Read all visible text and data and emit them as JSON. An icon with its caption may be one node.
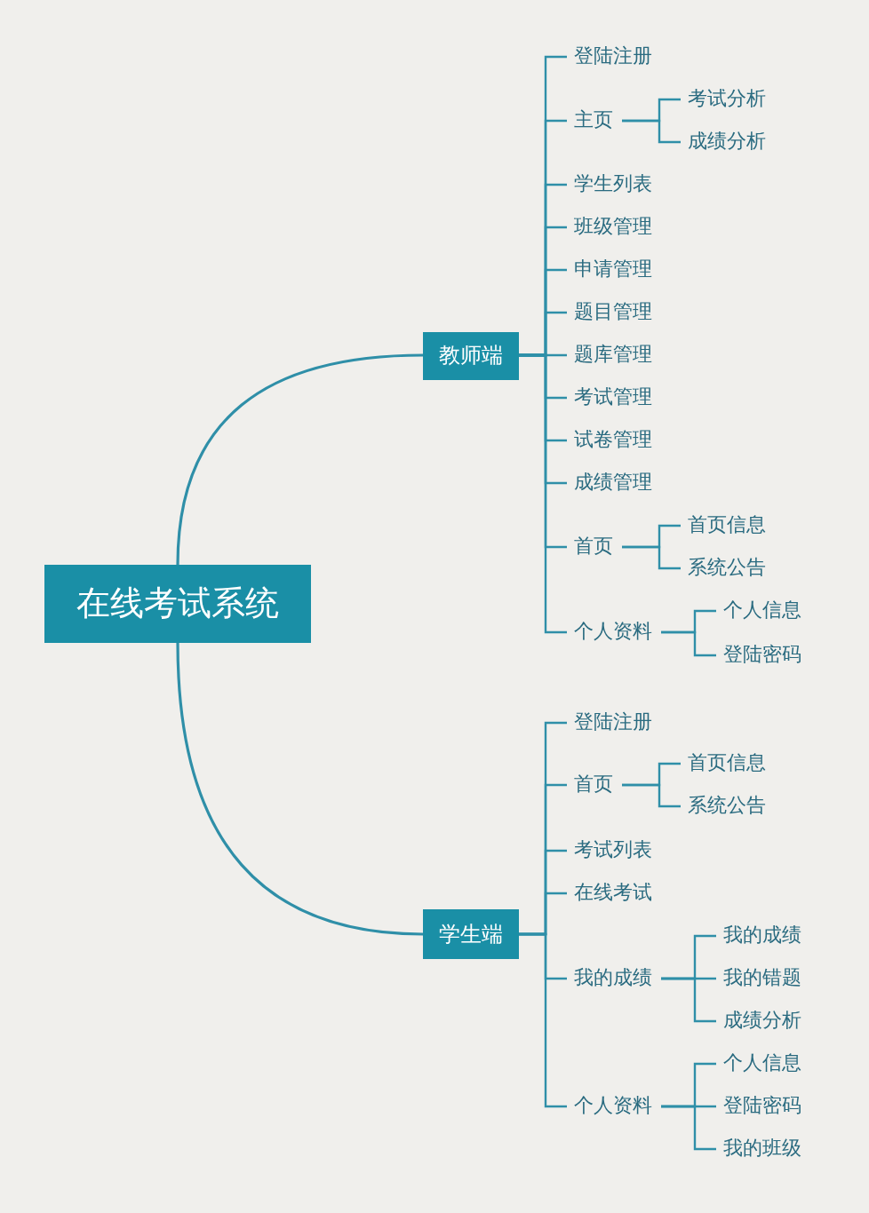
{
  "diagram": {
    "nodes": [
      {
        "text": [
          "在线考试系统"
        ]
      },
      {
        "text": [
          "教师端"
        ]
      },
      {
        "text": [
          "登陆注册"
        ]
      },
      {
        "text": [
          "主页"
        ]
      },
      {
        "text": [
          "考试分析"
        ]
      },
      {
        "text": [
          "成绩分析"
        ]
      },
      {
        "text": [
          "学生列表"
        ]
      },
      {
        "text": [
          "班级管理"
        ]
      },
      {
        "text": [
          "申请管理"
        ]
      },
      {
        "text": [
          "题目管理"
        ]
      },
      {
        "text": [
          "题库管理"
        ]
      },
      {
        "text": [
          "考试管理"
        ]
      },
      {
        "text": [
          "试卷管理"
        ]
      },
      {
        "text": [
          "成绩管理"
        ]
      },
      {
        "text": [
          "首页"
        ]
      },
      {
        "text": [
          "首页信息"
        ]
      },
      {
        "text": [
          "系统公告"
        ]
      },
      {
        "text": [
          "个人资料"
        ]
      },
      {
        "text": [
          "个人信息"
        ]
      },
      {
        "text": [
          "登陆密码"
        ]
      },
      {
        "text": [
          "学生端"
        ]
      },
      {
        "text": [
          "登陆注册"
        ]
      },
      {
        "text": [
          "首页"
        ]
      },
      {
        "text": [
          "首页信息"
        ]
      },
      {
        "text": [
          "系统公告"
        ]
      },
      {
        "text": [
          "考试列表"
        ]
      },
      {
        "text": [
          "在线考试"
        ]
      },
      {
        "text": [
          "我的成绩"
        ]
      },
      {
        "text": [
          "我的成绩"
        ]
      },
      {
        "text": [
          "我的错题"
        ]
      },
      {
        "text": [
          "成绩分析"
        ]
      },
      {
        "text": [
          "个人资料"
        ]
      },
      {
        "text": [
          "个人信息"
        ]
      },
      {
        "text": [
          "登陆密码"
        ]
      },
      {
        "text": [
          "我的班级"
        ]
      }
    ],
    "edges": [
      {
        "from": 0,
        "to": 1,
        "arrow": "none"
      },
      {
        "from": 0,
        "to": 20,
        "arrow": "none"
      },
      {
        "from": 1,
        "to": 2,
        "arrow": "none"
      },
      {
        "from": 1,
        "to": 3,
        "arrow": "none"
      },
      {
        "from": 3,
        "to": 4,
        "arrow": "none"
      },
      {
        "from": 3,
        "to": 5,
        "arrow": "none"
      },
      {
        "from": 1,
        "to": 6,
        "arrow": "none"
      },
      {
        "from": 1,
        "to": 7,
        "arrow": "none"
      },
      {
        "from": 1,
        "to": 8,
        "arrow": "none"
      },
      {
        "from": 1,
        "to": 9,
        "arrow": "none"
      },
      {
        "from": 1,
        "to": 10,
        "arrow": "none"
      },
      {
        "from": 1,
        "to": 11,
        "arrow": "none"
      },
      {
        "from": 1,
        "to": 12,
        "arrow": "none"
      },
      {
        "from": 1,
        "to": 13,
        "arrow": "none"
      },
      {
        "from": 1,
        "to": 14,
        "arrow": "none"
      },
      {
        "from": 14,
        "to": 15,
        "arrow": "none"
      },
      {
        "from": 14,
        "to": 16,
        "arrow": "none"
      },
      {
        "from": 1,
        "to": 17,
        "arrow": "none"
      },
      {
        "from": 17,
        "to": 18,
        "arrow": "none"
      },
      {
        "from": 17,
        "to": 19,
        "arrow": "none"
      },
      {
        "from": 20,
        "to": 21,
        "arrow": "none"
      },
      {
        "from": 20,
        "to": 22,
        "arrow": "none"
      },
      {
        "from": 22,
        "to": 23,
        "arrow": "none"
      },
      {
        "from": 22,
        "to": 24,
        "arrow": "none"
      },
      {
        "from": 20,
        "to": 25,
        "arrow": "none"
      },
      {
        "from": 20,
        "to": 26,
        "arrow": "none"
      },
      {
        "from": 20,
        "to": 27,
        "arrow": "none"
      },
      {
        "from": 27,
        "to": 28,
        "arrow": "none"
      },
      {
        "from": 27,
        "to": 29,
        "arrow": "none"
      },
      {
        "from": 27,
        "to": 30,
        "arrow": "none"
      },
      {
        "from": 20,
        "to": 31,
        "arrow": "none"
      },
      {
        "from": 31,
        "to": 32,
        "arrow": "none"
      },
      {
        "from": 31,
        "to": 33,
        "arrow": "none"
      },
      {
        "from": 31,
        "to": 34,
        "arrow": "none"
      }
    ]
  }
}
